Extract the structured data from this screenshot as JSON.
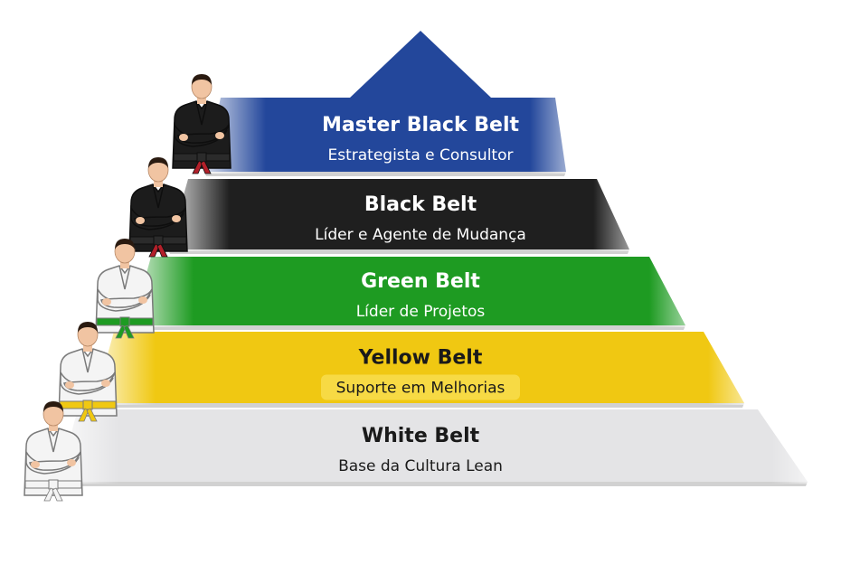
{
  "tiers": [
    {
      "title": "Master Black Belt",
      "subtitle": "Estrategista e Consultor",
      "color": "#23479b",
      "text_color": "#ffffff",
      "highlight": false
    },
    {
      "title": "Black Belt",
      "subtitle": "Líder e Agente de Mudança",
      "color": "#1f1f1f",
      "text_color": "#ffffff",
      "highlight": false
    },
    {
      "title": "Green Belt",
      "subtitle": "Líder de Projetos",
      "color": "#1e9b22",
      "text_color": "#ffffff",
      "highlight": false
    },
    {
      "title": "Yellow Belt",
      "subtitle": "Suporte em Melhorias",
      "color": "#f0c812",
      "text_color": "#1a1a1a",
      "highlight": true
    },
    {
      "title": "White Belt",
      "subtitle": "Base da Cultura Lean",
      "color": "#e4e4e6",
      "text_color": "#1a1a1a",
      "highlight": false
    }
  ],
  "figures": [
    {
      "gi": "#1c1c1c",
      "belt": "#2b2b2b",
      "belt_tip": "#b3202a",
      "dark": true
    },
    {
      "gi": "#1c1c1c",
      "belt": "#2b2b2b",
      "belt_tip": "#b3202a",
      "dark": true
    },
    {
      "gi": "#f4f4f4",
      "belt": "#1e9b22",
      "belt_tip": "#1e9b22",
      "dark": false
    },
    {
      "gi": "#f4f4f4",
      "belt": "#f0c812",
      "belt_tip": "#f0c812",
      "dark": false
    },
    {
      "gi": "#f4f4f4",
      "belt": "#f4f4f4",
      "belt_tip": "#f4f4f4",
      "dark": false
    }
  ]
}
